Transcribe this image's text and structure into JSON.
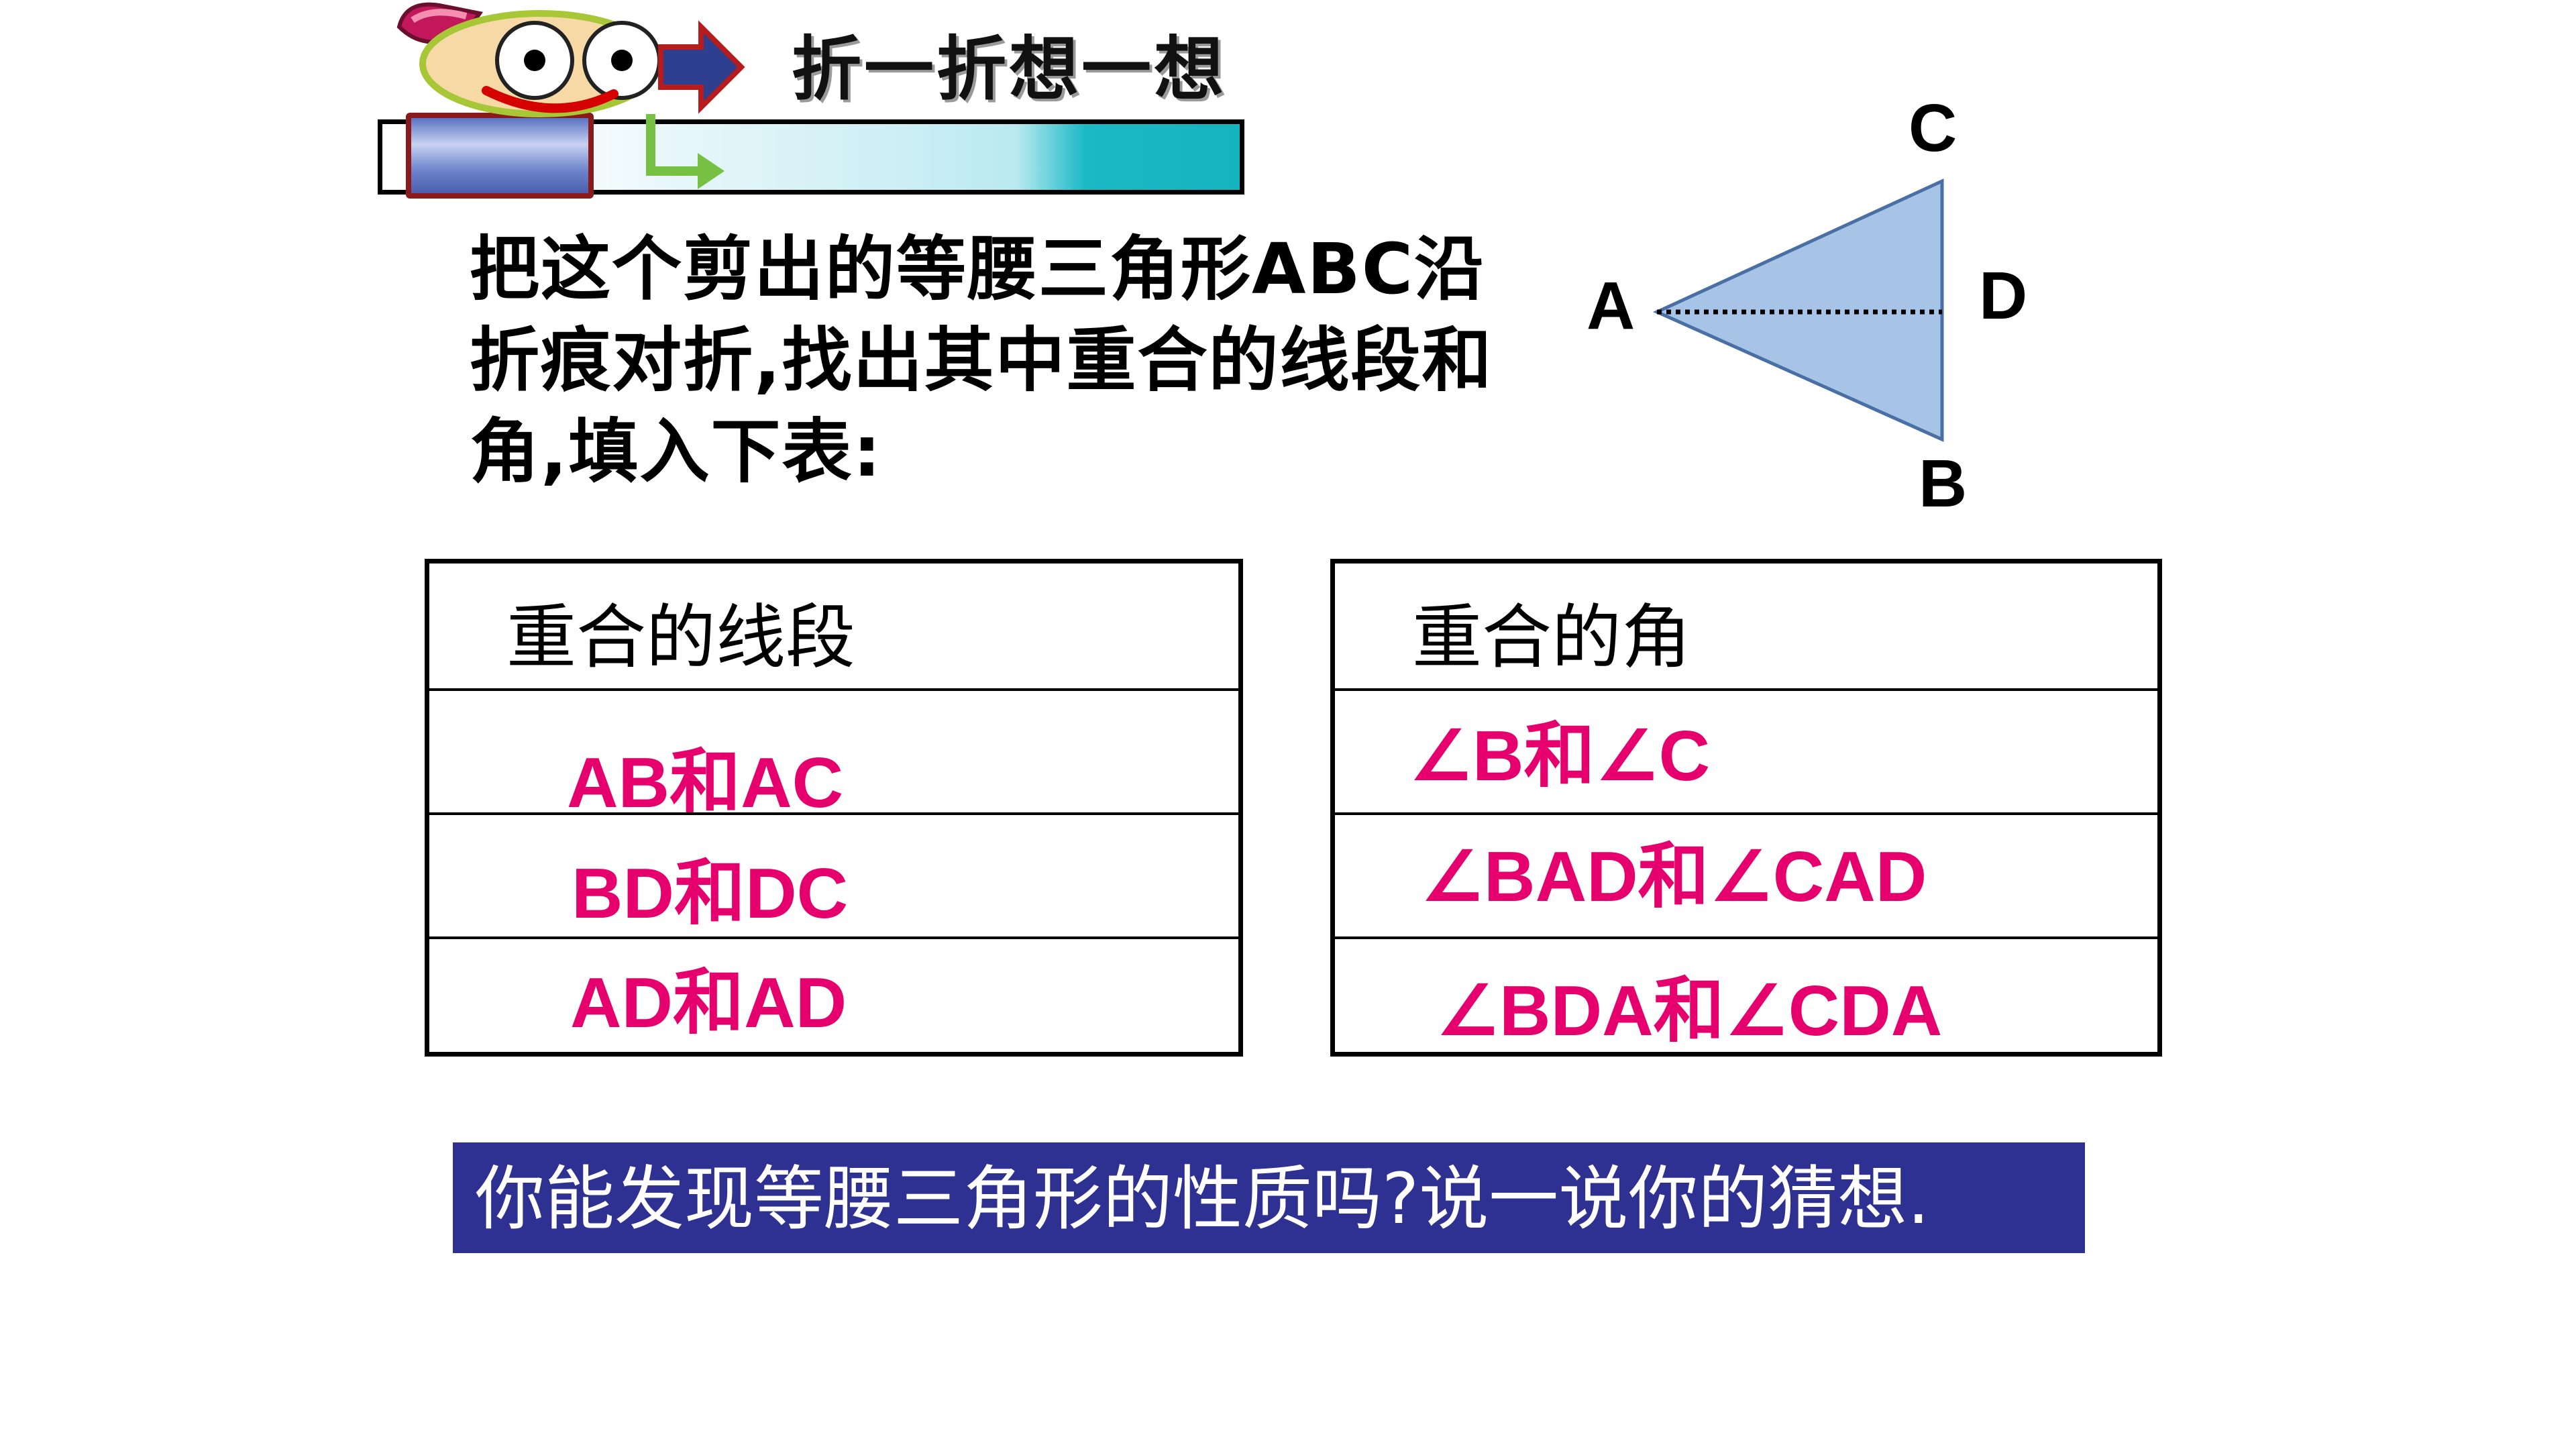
{
  "header": {
    "title": "折一折想一想"
  },
  "instruction": {
    "line1": "把这个剪出的等腰三角形ABC沿",
    "line2": "折痕对折,找出其中重合的线段和",
    "line3": "角,填入下表:"
  },
  "figure": {
    "labels": {
      "a": "A",
      "b": "B",
      "c": "C",
      "d": "D"
    },
    "fill_color": "#a7c4e6",
    "stroke_color": "#4a6fa5"
  },
  "segments_table": {
    "header": "重合的线段",
    "rows": [
      "AB和AC",
      "BD和DC",
      "AD和AD"
    ]
  },
  "angles_table": {
    "header": "重合的角",
    "rows": [
      "∠B和∠C",
      "∠BAD和∠CAD",
      "∠BDA和∠CDA"
    ]
  },
  "question": {
    "text": "你能发现等腰三角形的性质吗?说一说你的猜想."
  },
  "colors": {
    "answer_text": "#e6006e",
    "question_bar": "#2e3192",
    "banner_accent": "#13b3c0"
  }
}
